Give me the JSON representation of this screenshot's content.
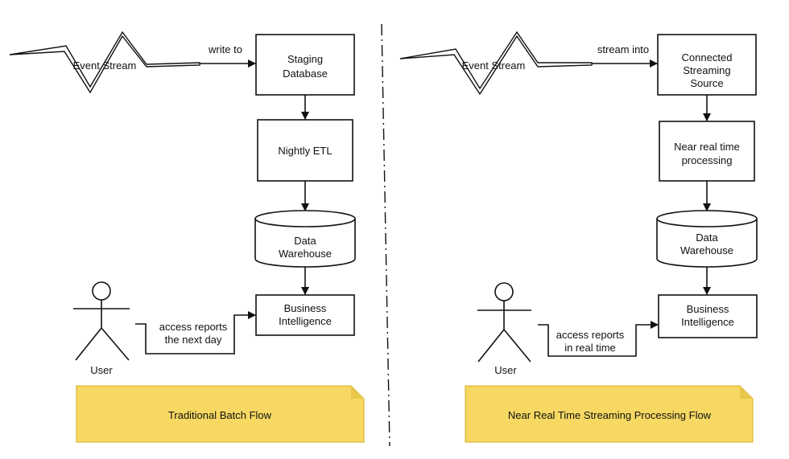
{
  "colors": {
    "note_fill": "#f6d862",
    "note_fold": "#e8c84a",
    "stroke": "#111111",
    "background": "#ffffff"
  },
  "icons": [
    "lightning-bolt-icon",
    "stick-figure-icon",
    "database-cylinder-icon",
    "folded-note-icon"
  ],
  "batch": {
    "event_stream": "Event Stream",
    "edge_label": "write to",
    "staging": [
      "Staging",
      "Database"
    ],
    "etl": "Nightly ETL",
    "warehouse": [
      "Data",
      "Warehouse"
    ],
    "bi": [
      "Business",
      "Intelligence"
    ],
    "user": "User",
    "access": [
      "access reports",
      "the next day"
    ],
    "note": "Traditional Batch Flow"
  },
  "streaming": {
    "event_stream": "Event Stream",
    "edge_label": "stream into",
    "source": [
      "Connected",
      "Streaming",
      "Source"
    ],
    "processing": [
      "Near real time",
      "processing"
    ],
    "warehouse": [
      "Data",
      "Warehouse"
    ],
    "bi": [
      "Business",
      "Intelligence"
    ],
    "user": "User",
    "access": [
      "access reports",
      "in real time"
    ],
    "note": "Near Real Time Streaming Processing Flow"
  }
}
